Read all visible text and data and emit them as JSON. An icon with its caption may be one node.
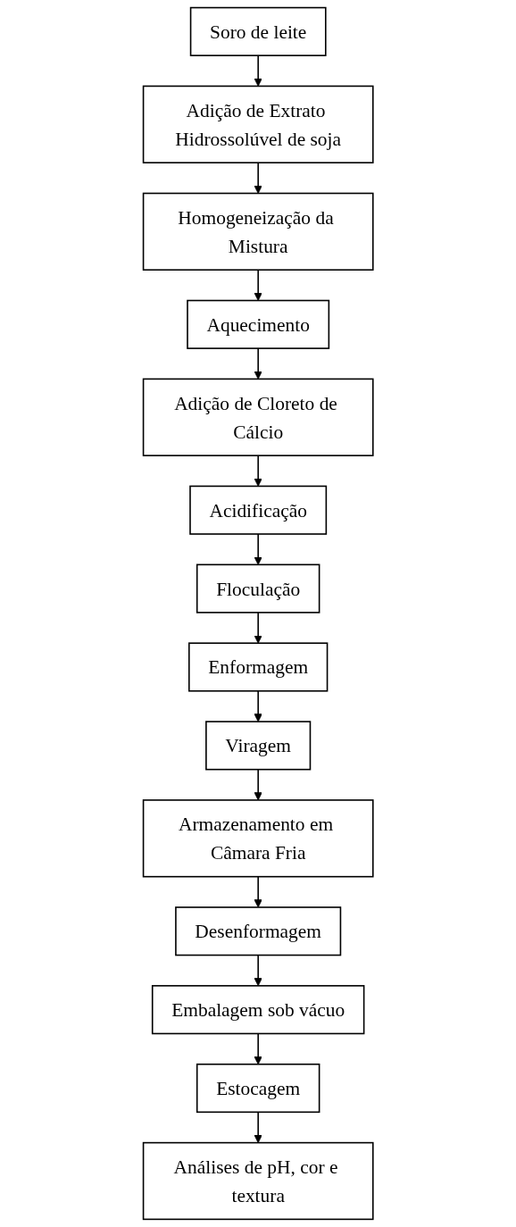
{
  "diagram": {
    "nodes": [
      {
        "text": [
          "Soro de leite"
        ]
      },
      {
        "text": [
          "Adição de Extrato Hidrossolúvel de soja"
        ]
      },
      {
        "text": [
          "Homogeneização da Mistura"
        ]
      },
      {
        "text": [
          "Aquecimento"
        ]
      },
      {
        "text": [
          "Adição de Cloreto de Cálcio"
        ]
      },
      {
        "text": [
          "Acidificação"
        ]
      },
      {
        "text": [
          "Floculação"
        ]
      },
      {
        "text": [
          "Enformagem"
        ]
      },
      {
        "text": [
          "Viragem"
        ]
      },
      {
        "text": [
          "Armazenamento em Câmara Fria"
        ]
      },
      {
        "text": [
          "Desenformagem"
        ]
      },
      {
        "text": [
          "Embalagem sob vácuo"
        ]
      },
      {
        "text": [
          "Estocagem"
        ]
      },
      {
        "text": [
          "Análises de pH, cor e textura"
        ]
      }
    ],
    "edges": [
      {
        "from": 0,
        "to": 1,
        "arrow": "to"
      },
      {
        "from": 1,
        "to": 2,
        "arrow": "to"
      },
      {
        "from": 2,
        "to": 3,
        "arrow": "to"
      },
      {
        "from": 3,
        "to": 4,
        "arrow": "to"
      },
      {
        "from": 4,
        "to": 5,
        "arrow": "to"
      },
      {
        "from": 5,
        "to": 6,
        "arrow": "to"
      },
      {
        "from": 6,
        "to": 7,
        "arrow": "to"
      },
      {
        "from": 7,
        "to": 8,
        "arrow": "to"
      },
      {
        "from": 8,
        "to": 9,
        "arrow": "to"
      },
      {
        "from": 9,
        "to": 10,
        "arrow": "to"
      },
      {
        "from": 10,
        "to": 11,
        "arrow": "to"
      },
      {
        "from": 11,
        "to": 12,
        "arrow": "to"
      },
      {
        "from": 12,
        "to": 13,
        "arrow": "to"
      }
    ]
  }
}
